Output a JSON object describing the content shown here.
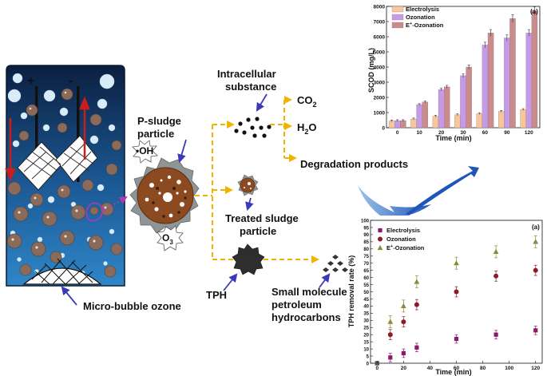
{
  "labels": {
    "plus": "+",
    "minus": "-",
    "micro_bubble": "Micro-bubble ozone",
    "oh": "•OH",
    "o3_main": "O",
    "o3_sub": "3",
    "p_sludge_1": "P-sludge",
    "p_sludge_2": "particle",
    "intracellular_1": "Intracellular",
    "intracellular_2": "substance",
    "co2_main": "CO",
    "co2_sub": "2",
    "h2o_main": "H",
    "h2o_sub": "2",
    "h2o_end": "O",
    "degradation": "Degradation products",
    "treated_1": "Treated sludge",
    "treated_2": "particle",
    "tph": "TPH",
    "small_1": "Small molecule",
    "small_2": "petroleum",
    "small_3": "hydrocarbons"
  },
  "charts": [
    {
      "panel_label": "(a)",
      "type": "bar",
      "xlabel": "Time (min)",
      "ylabel": "SCOD (mg/L)",
      "ylim": [
        0,
        8000
      ],
      "yticks": [
        "0",
        "1000",
        "2000",
        "3000",
        "4000",
        "5000",
        "6000",
        "7000",
        "8000"
      ],
      "categories": [
        "0",
        "10",
        "20",
        "30",
        "60",
        "90",
        "120"
      ],
      "series": [
        {
          "name": "Electrolysis",
          "color": "#f7c79a",
          "values": [
            450,
            580,
            760,
            850,
            930,
            1080,
            1200
          ]
        },
        {
          "name": "Ozonation",
          "color": "#c59be8",
          "values": [
            470,
            1530,
            2520,
            3430,
            5450,
            5920,
            6250
          ]
        },
        {
          "name": "E+-Ozonation",
          "legend_main": "E",
          "legend_sup": "+",
          "legend_end": "-Ozonation",
          "color": "#c98b8b",
          "values": [
            470,
            1700,
            2700,
            4000,
            6250,
            7200,
            7700
          ]
        }
      ]
    },
    {
      "panel_label": "(a)",
      "type": "scatter",
      "xlabel": "Time (min)",
      "ylabel": "TPH removal rate (%)",
      "ylim": [
        0,
        100
      ],
      "xlim": [
        -5,
        125
      ],
      "yticks": [
        "0",
        "5",
        "10",
        "15",
        "20",
        "25",
        "30",
        "35",
        "40",
        "45",
        "50",
        "55",
        "60",
        "65",
        "70",
        "75",
        "80",
        "85",
        "90",
        "95",
        "100"
      ],
      "xticks": [
        "0",
        "20",
        "40",
        "60",
        "80",
        "100",
        "120"
      ],
      "x": [
        0,
        10,
        20,
        30,
        60,
        90,
        120
      ],
      "series": [
        {
          "name": "Electrolysis",
          "marker": "square",
          "color": "#8b1a6b",
          "values": [
            0,
            4,
            7,
            11,
            17,
            20,
            23
          ]
        },
        {
          "name": "Ozonation",
          "marker": "circle",
          "color": "#8b1a2b",
          "values": [
            0,
            20,
            29,
            41,
            50,
            61,
            65
          ]
        },
        {
          "name": "E+-Ozonation",
          "legend_main": "E",
          "legend_sup": "+",
          "legend_end": "-Ozonation",
          "marker": "triangle",
          "color": "#8a8a3a",
          "values": [
            0,
            29,
            40,
            57,
            70,
            78,
            85
          ]
        }
      ]
    }
  ]
}
